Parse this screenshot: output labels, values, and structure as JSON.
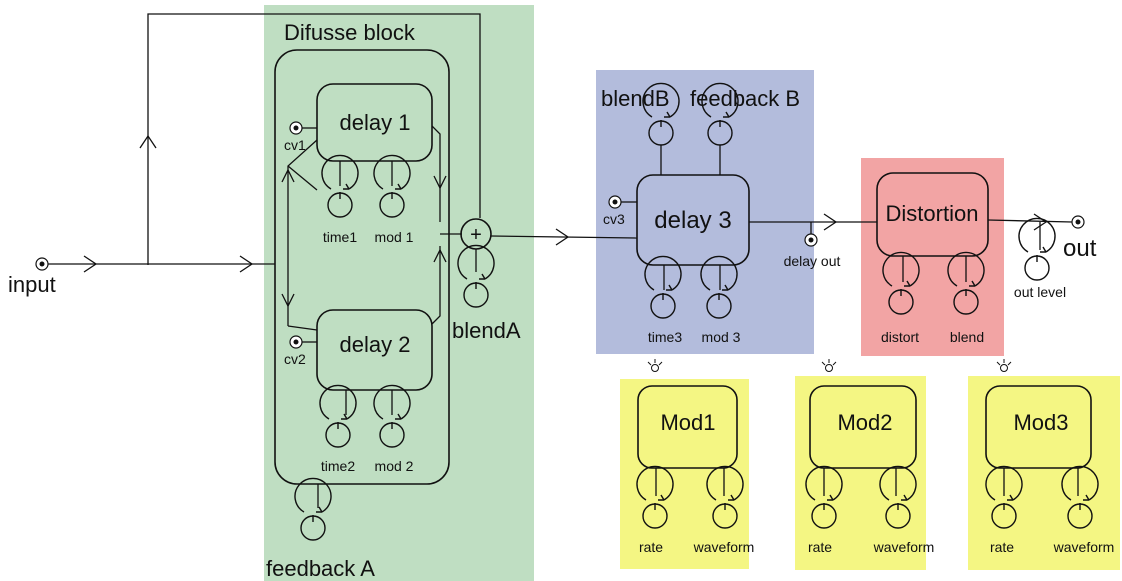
{
  "colors": {
    "diffuse_bg": "#bfdec2",
    "delay3_bg": "#b3bcdc",
    "distortion_bg": "#f2a4a4",
    "mod_bg": "#f4f683",
    "line": "#111111"
  },
  "diffuse": {
    "title": "Difusse block",
    "delay1": {
      "label": "delay 1",
      "cv": "cv1",
      "knobs": [
        "time1",
        "mod 1"
      ]
    },
    "delay2": {
      "label": "delay 2",
      "cv": "cv2",
      "knobs": [
        "time2",
        "mod 2"
      ]
    },
    "feedback_label": "feedback A"
  },
  "input_label": "input",
  "mixer": {
    "symbol": "+",
    "blend_label": "blendA"
  },
  "delay3": {
    "label": "delay 3",
    "cv": "cv3",
    "top_knobs": [
      "blendB",
      "feedback B"
    ],
    "bottom_knobs": [
      "time3",
      "mod 3"
    ],
    "out_label": "delay out"
  },
  "distortion": {
    "label": "Distortion",
    "knobs": [
      "distort",
      "blend"
    ]
  },
  "output": {
    "label": "out",
    "level_label": "out level"
  },
  "mods": [
    {
      "label": "Mod1",
      "knobs": [
        "rate",
        "waveform"
      ]
    },
    {
      "label": "Mod2",
      "knobs": [
        "rate",
        "waveform"
      ]
    },
    {
      "label": "Mod3",
      "knobs": [
        "rate",
        "waveform"
      ]
    }
  ],
  "icons": {
    "jack": "jack-icon",
    "knob": "knob-icon",
    "led": "led-icon",
    "arrow": "arrow-icon"
  }
}
